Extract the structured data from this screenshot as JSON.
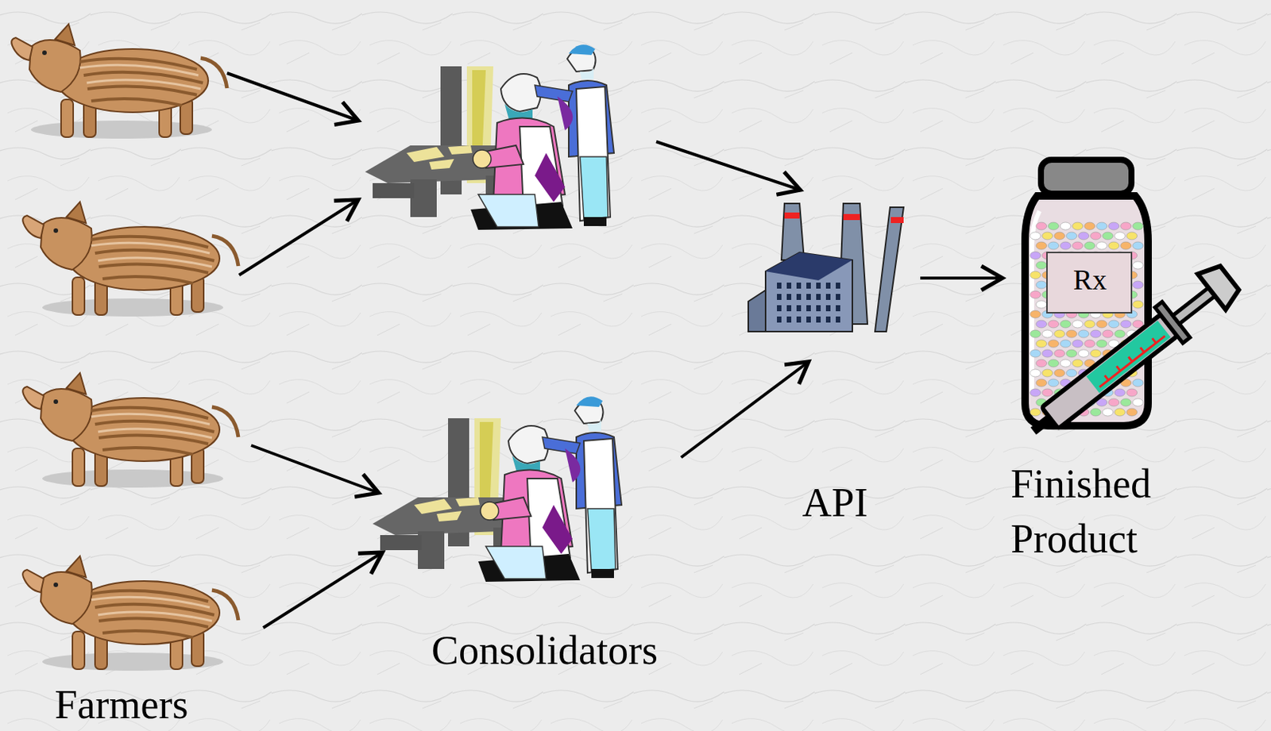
{
  "diagram": {
    "labels": [
      "Farmers",
      "Consolidators",
      "API",
      "Finished Product",
      "Rx"
    ]
  }
}
